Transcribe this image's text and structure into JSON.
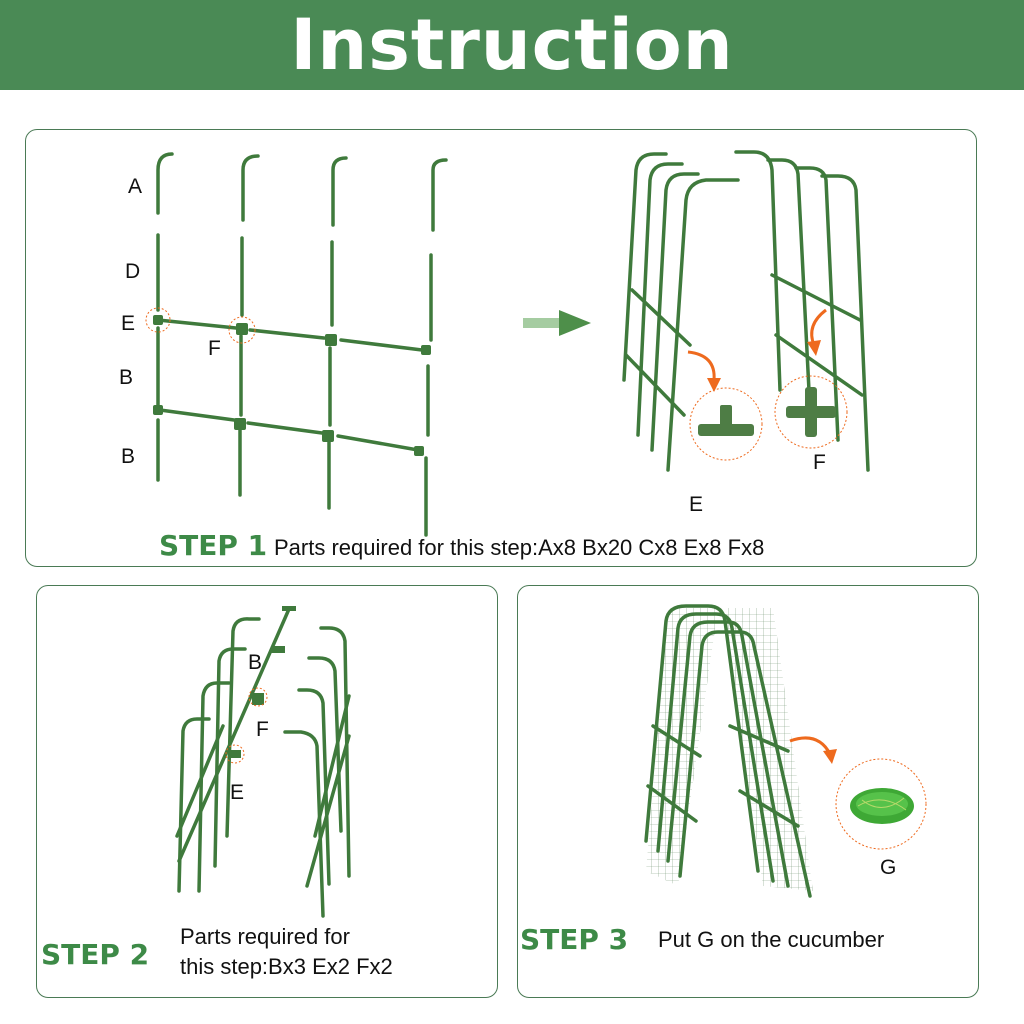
{
  "header": {
    "title": "Instruction"
  },
  "step1": {
    "title": "STEP 1",
    "desc": "Parts required for this step:Ax8 Bx20 Cx8 Ex8 Fx8",
    "labels": {
      "a": "A",
      "d": "D",
      "e": "E",
      "f": "F",
      "b1": "B",
      "b2": "B",
      "e_right": "E",
      "f_right": "F"
    }
  },
  "step2": {
    "title": "STEP 2",
    "desc_line1": "Parts required for",
    "desc_line2": "this step:Bx3 Ex2 Fx2",
    "labels": {
      "b": "B",
      "f": "F",
      "e": "E"
    }
  },
  "step3": {
    "title": "STEP 3",
    "desc": "Put G on the cucumber",
    "labels": {
      "g": "G"
    }
  },
  "colors": {
    "banner": "#4a8a55",
    "step_text": "#3d8a47",
    "pole": "#3f7a3c",
    "arrow": "#ee6a1e",
    "accent_arrow": "#5a9a55"
  }
}
